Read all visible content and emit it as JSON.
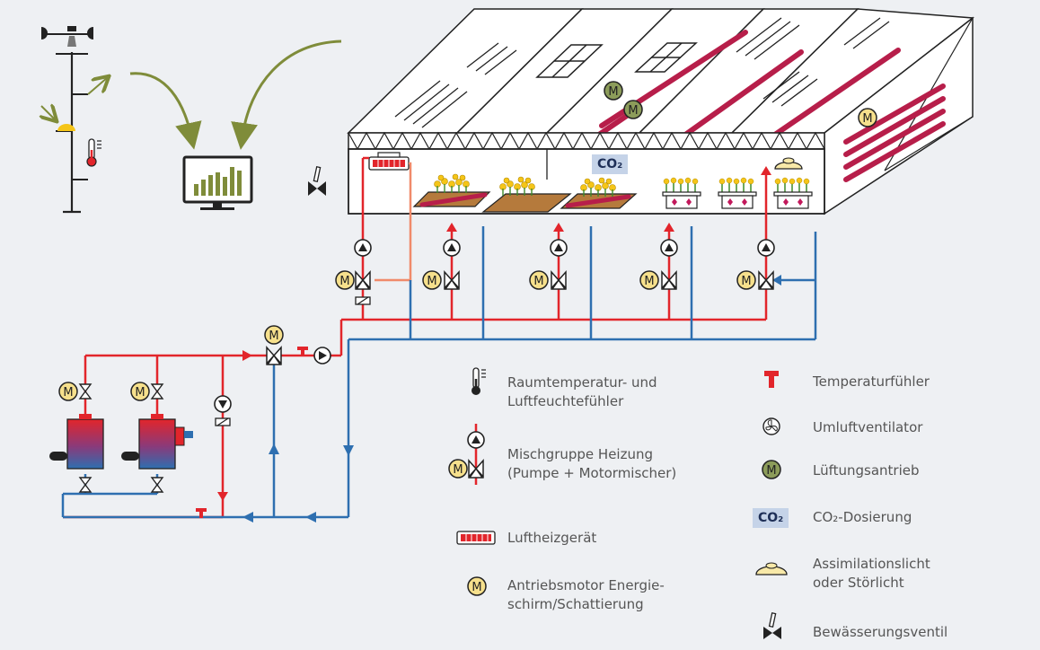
{
  "colors": {
    "background": "#eef0f3",
    "hot_pipe": "#e2252b",
    "cold_pipe": "#2e6fb0",
    "return_light": "#f08a6a",
    "heating_tube": "#b71e4a",
    "motor_yellow": "#f6e08c",
    "motor_green": "#8c9c5a",
    "arrow_olive": "#7f8c3a",
    "co2_bg": "#c5d3e8",
    "lamp": "#f8e9a8",
    "outline": "#222222"
  },
  "diagram": {
    "greenhouse_co2": "CO₂",
    "motor_letter": "M"
  },
  "legend": {
    "room_sensor": "Raumtemperatur- und\nLuftfeuchtefühler",
    "mixing_group": "Mischgruppe Heizung\n(Pumpe + Motormischer)",
    "air_heater": "Luftheizgerät",
    "drive_motor": "Antriebsmotor Energie-\nschirm/Schattierung",
    "temp_sensor": "Temperaturfühler",
    "circulation_fan": "Umluftventilator",
    "vent_drive": "Lüftungsantrieb",
    "co2_badge": "CO₂",
    "co2_dosing": "CO₂-Dosierung",
    "assim_light": "Assimilationslicht\noder Störlicht",
    "irrigation_valve": "Bewässerungsventil"
  }
}
